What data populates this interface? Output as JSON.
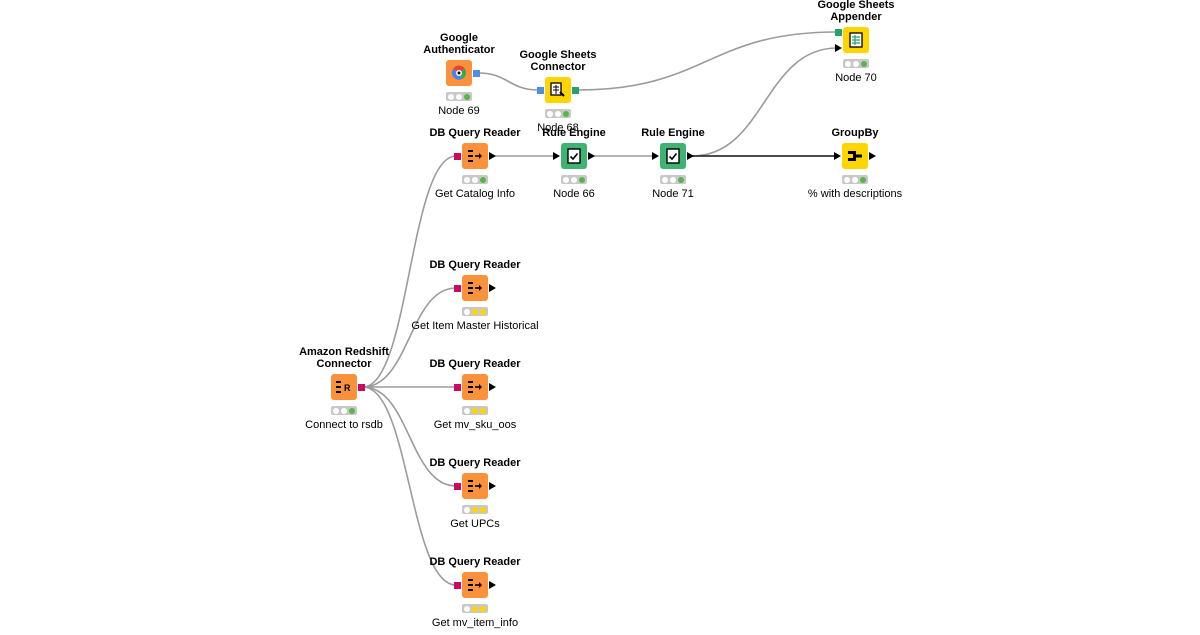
{
  "colors": {
    "db": "#fb913a",
    "manipulator": "#ffd500",
    "rule": "#3fb371",
    "port_db": "#cc0860",
    "port_cred": "#4d8ee8",
    "port_sheet": "#23a26f",
    "edge": "#9b9b9b",
    "status_bg": "#c8c8c8",
    "green": "#59b44a",
    "yellow": "#ffd500"
  },
  "nodes": [
    {
      "id": "n69",
      "title": "Google\nAuthenticator",
      "label": "Node 69",
      "icon": "google-icon",
      "kind": "google",
      "in": [],
      "out": [
        "cred"
      ],
      "status": "green"
    },
    {
      "id": "n68",
      "title": "Google Sheets\nConnector",
      "label": "Node 68",
      "icon": "sheets-connector-icon",
      "kind": "manipulator",
      "in": [
        "cred"
      ],
      "out": [
        "sheet"
      ],
      "status": "green"
    },
    {
      "id": "n70",
      "title": "Google Sheets\nAppender",
      "label": "Node 70",
      "icon": "sheets-appender-icon",
      "kind": "manipulator",
      "in": [
        "sheet",
        "table"
      ],
      "out": [],
      "status": "green"
    },
    {
      "id": "catalog",
      "title": "DB Query Reader",
      "label": "Get Catalog Info",
      "icon": "db-reader-icon",
      "kind": "db",
      "in": [
        "db"
      ],
      "out": [
        "table"
      ],
      "status": "green"
    },
    {
      "id": "n66",
      "title": "Rule Engine",
      "label": "Node 66",
      "icon": "rule-engine-icon",
      "kind": "rule",
      "in": [
        "table"
      ],
      "out": [
        "table"
      ],
      "status": "green"
    },
    {
      "id": "n71",
      "title": "Rule Engine",
      "label": "Node 71",
      "icon": "rule-engine-icon",
      "kind": "rule",
      "in": [
        "table"
      ],
      "out": [
        "table"
      ],
      "status": "green"
    },
    {
      "id": "groupby",
      "title": "GroupBy",
      "label": "% with descriptions",
      "icon": "groupby-icon",
      "kind": "manipulator",
      "in": [
        "table"
      ],
      "out": [
        "table"
      ],
      "status": "green"
    },
    {
      "id": "imh",
      "title": "DB Query Reader",
      "label": "Get Item Master Historical",
      "icon": "db-reader-icon",
      "kind": "db",
      "in": [
        "db"
      ],
      "out": [
        "table"
      ],
      "status": "yellow"
    },
    {
      "id": "redshift",
      "title": "Amazon Redshift\nConnector",
      "label": "Connect to rsdb",
      "icon": "redshift-icon",
      "kind": "db",
      "in": [],
      "out": [
        "db"
      ],
      "status": "green"
    },
    {
      "id": "skuoos",
      "title": "DB Query Reader",
      "label": "Get  mv_sku_oos",
      "icon": "db-reader-icon",
      "kind": "db",
      "in": [
        "db"
      ],
      "out": [
        "table"
      ],
      "status": "yellow"
    },
    {
      "id": "upcs",
      "title": "DB Query Reader",
      "label": "Get UPCs",
      "icon": "db-reader-icon",
      "kind": "db",
      "in": [
        "db"
      ],
      "out": [
        "table"
      ],
      "status": "yellow"
    },
    {
      "id": "iteminfo",
      "title": "DB Query Reader",
      "label": "Get  mv_item_info",
      "icon": "db-reader-icon",
      "kind": "db",
      "in": [
        "db"
      ],
      "out": [
        "table"
      ],
      "status": "yellow"
    }
  ],
  "edges": [
    {
      "from": "n69",
      "to": "n68",
      "type": "cred"
    },
    {
      "from": "n68",
      "to": "n70",
      "type": "sheet",
      "toPort": 0
    },
    {
      "from": "n71",
      "to": "n70",
      "type": "table",
      "toPort": 1
    },
    {
      "from": "catalog",
      "to": "n66",
      "type": "table"
    },
    {
      "from": "n66",
      "to": "n71",
      "type": "table"
    },
    {
      "from": "n71",
      "to": "groupby",
      "type": "table"
    },
    {
      "from": "redshift",
      "to": "catalog",
      "type": "db"
    },
    {
      "from": "redshift",
      "to": "imh",
      "type": "db"
    },
    {
      "from": "redshift",
      "to": "skuoos",
      "type": "db"
    },
    {
      "from": "redshift",
      "to": "upcs",
      "type": "db"
    },
    {
      "from": "redshift",
      "to": "iteminfo",
      "type": "db"
    }
  ]
}
